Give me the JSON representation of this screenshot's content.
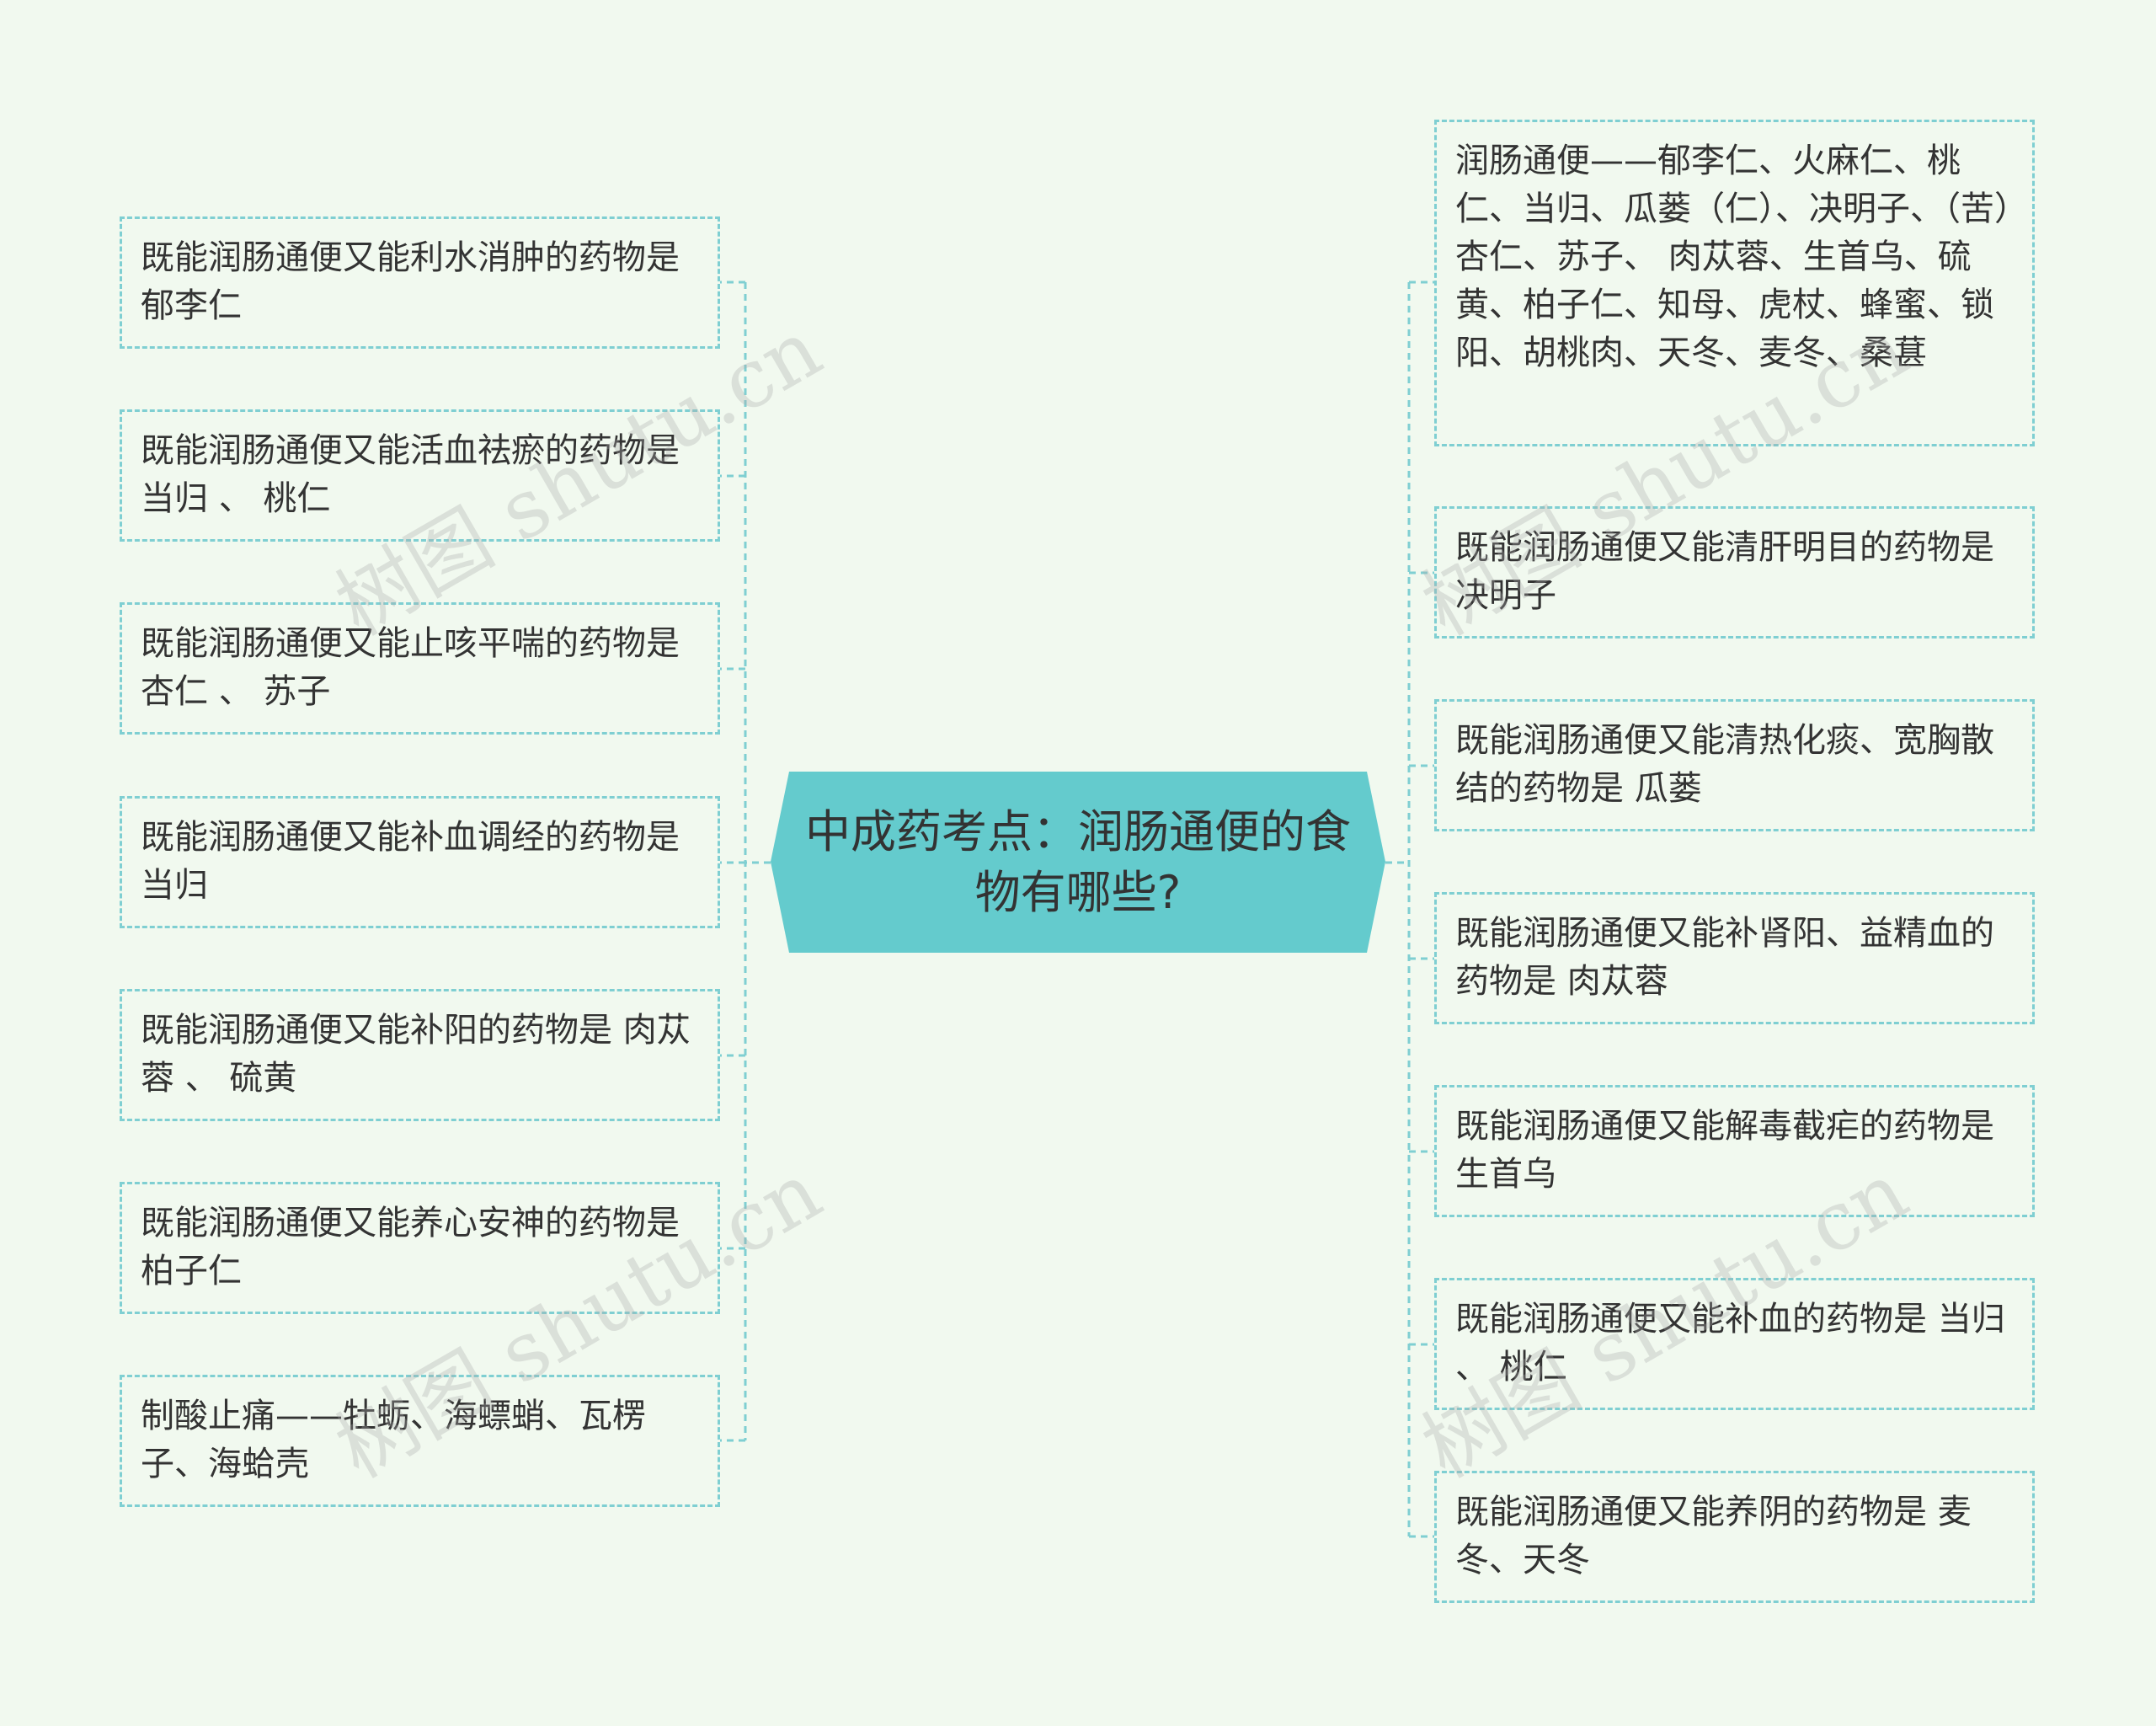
{
  "center": {
    "title": "中成药考点：润肠通便的食物有哪些?"
  },
  "left_nodes": [
    {
      "text": "既能润肠通便又能利水消肿的药物是  郁李仁"
    },
    {
      "text": "既能润肠通便又能活血祛瘀的药物是  当归  、  桃仁"
    },
    {
      "text": "既能润肠通便又能止咳平喘的药物是  杏仁  、  苏子"
    },
    {
      "text": "既能润肠通便又能补血调经的药物是  当归"
    },
    {
      "text": "既能润肠通便又能补阳的药物是 肉苁蓉  、  硫黄"
    },
    {
      "text": "既能润肠通便又能养心安神的药物是  柏子仁"
    },
    {
      "text": "制酸止痛——牡蛎、海螵蛸、瓦楞子、海蛤壳"
    }
  ],
  "right_nodes": [
    {
      "text": "润肠通便——郁李仁、火麻仁、桃仁、当归、瓜蒌（仁）、决明子、（苦）杏仁、苏子、 肉苁蓉、生首乌、硫黄、柏子仁、知母、虎杖、蜂蜜、锁阳、胡桃肉、天冬、麦冬、桑葚"
    },
    {
      "text": "既能润肠通便又能清肝明目的药物是  决明子"
    },
    {
      "text": "既能润肠通便又能清热化痰、宽胸散结的药物是  瓜蒌"
    },
    {
      "text": "既能润肠通便又能补肾阳、益精血的药物是  肉苁蓉"
    },
    {
      "text": "既能润肠通便又能解毒截疟的药物是  生首乌"
    },
    {
      "text": "既能润肠通便又能补血的药物是 当归  、  桃仁"
    },
    {
      "text": "既能润肠通便又能养阴的药物是 麦冬、天冬"
    }
  ],
  "watermark": "树图 shutu.cn",
  "colors": {
    "background": "#f1f9ef",
    "center_fill": "#64cbcd",
    "connector": "#7fcfd2",
    "text": "#333333"
  }
}
